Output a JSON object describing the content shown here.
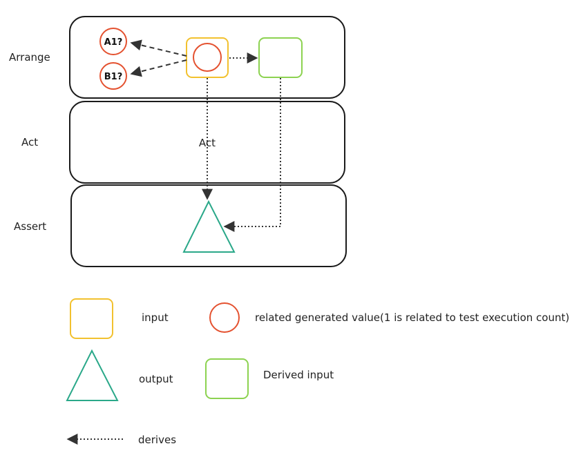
{
  "stages": {
    "arrange": "Arrange",
    "act": "Act",
    "assert": "Assert",
    "act_inner": "Act"
  },
  "nodes": {
    "a1": "A1?",
    "b1": "B1?"
  },
  "legend": {
    "input": "input",
    "related": "related generated value(1 is related to test execution count)",
    "output": "output",
    "derived": "Derived input",
    "derives": "derives"
  },
  "colors": {
    "input": "#f2c12e",
    "related": "#e4512f",
    "output": "#2aa889",
    "derived": "#8cd250",
    "stroke": "#1a1a1a"
  }
}
